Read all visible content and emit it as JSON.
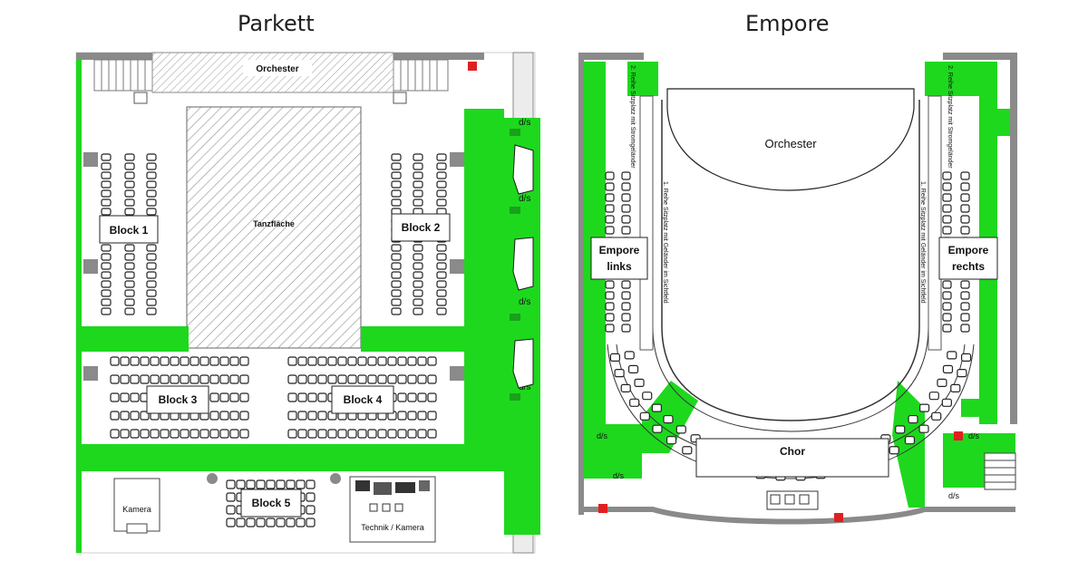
{
  "titles": {
    "left": "Parkett",
    "right": "Empore"
  },
  "parkett": {
    "orchester": "Orchester",
    "tanzflaeche": "Tanzfläche",
    "block1": "Block 1",
    "block2": "Block 2",
    "block3": "Block 3",
    "block4": "Block 4",
    "block5": "Block 5",
    "kamera": "Kamera",
    "technik": "Technik / Kamera",
    "ds": "d/s"
  },
  "empore": {
    "orchester": "Orchester",
    "chor": "Chor",
    "links_l1": "Empore",
    "links_l2": "links",
    "rechts_l1": "Empore",
    "rechts_l2": "rechts",
    "note_left_1": "1. Reihe Sitzplatz mit Geländer im Sichtfeld",
    "note_left_2": "2. Reihe Sitzplatz mit Stromgeländer",
    "note_right_1": "1. Reihe Sitzplatz mit Geländer im Sichtfeld",
    "note_right_2": "2. Reihe Sitzplatz mit Stromgeländer",
    "ds": "d/s"
  },
  "colors": {
    "green": "#1ed81e",
    "wall": "#8a8a8a",
    "hatch": "#9a9a9a"
  }
}
